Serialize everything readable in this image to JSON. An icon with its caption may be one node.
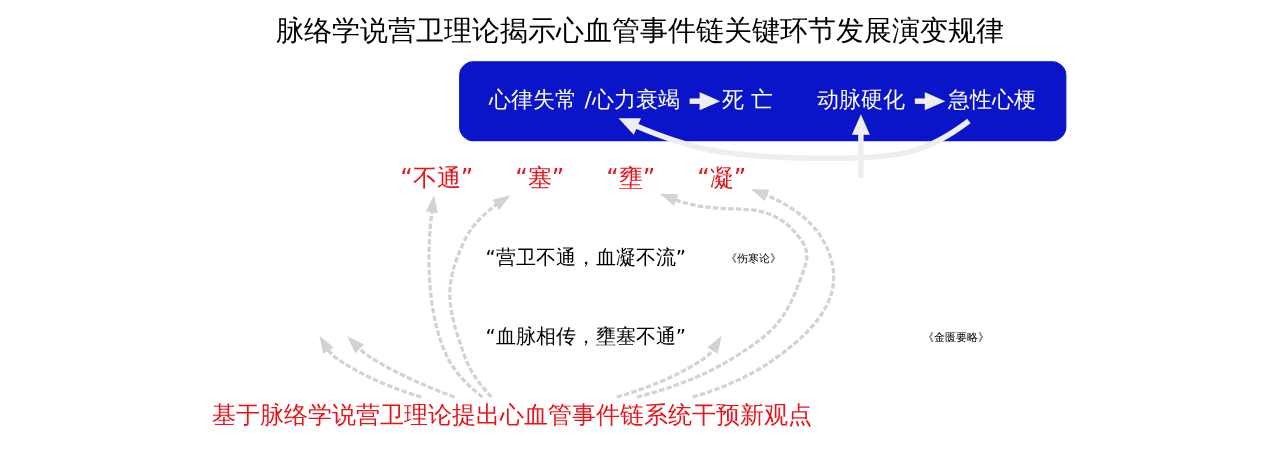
{
  "diagram": {
    "title": "脉络学说营卫理论揭示心血管事件链关键环节发展演变规律",
    "nodes": [
      {
        "text": [],
        "shape": "band"
      },
      {
        "text": [
          "动脉硬化"
        ],
        "in": 0
      },
      {
        "text": [
          "急性心梗"
        ],
        "in": 0
      },
      {
        "text": [
          "心律失常 /心力衰竭"
        ],
        "in": 0
      },
      {
        "text": [
          "死 亡"
        ],
        "in": 0
      },
      {
        "text": [
          "“凝”"
        ]
      },
      {
        "text": [
          "“壅”"
        ]
      },
      {
        "text": [
          "“塞”"
        ]
      },
      {
        "text": [
          "“不通”"
        ]
      },
      {
        "text": [
          "基于脉络学说营卫理论提出心血管事件链系统干预新观点"
        ]
      }
    ],
    "edges": [
      {
        "from": null,
        "to": 1,
        "arrow": "to"
      },
      {
        "from": 1,
        "to": 2,
        "arrow": "to"
      },
      {
        "from": 2,
        "to": 3,
        "arrow": "to"
      },
      {
        "from": 3,
        "to": 4,
        "arrow": "to"
      },
      {
        "from": 9,
        "to": 5,
        "arrow": "to",
        "style": "dashed",
        "color": "#d3d3d3"
      },
      {
        "from": 9,
        "to": 6,
        "arrow": "to",
        "style": "dashed",
        "color": "#d3d3d3"
      },
      {
        "from": 9,
        "to": 7,
        "arrow": "to",
        "style": "dashed",
        "color": "#d3d3d3"
      },
      {
        "from": 9,
        "to": 8,
        "arrow": "to",
        "style": "dashed",
        "color": "#d3d3d3"
      },
      {
        "from": 9,
        "to": null,
        "arrow": "to",
        "style": "dashed",
        "color": "#d3d3d3"
      },
      {
        "from": 9,
        "to": null,
        "arrow": "to",
        "style": "dashed",
        "color": "#d3d3d3"
      },
      {
        "from": 9,
        "to": null,
        "arrow": "to",
        "style": "dashed",
        "color": "#d3d3d3"
      }
    ],
    "labels": [
      "“营卫不通，血凝不流”",
      "《伤寒论》",
      "“血脉相传，壅塞不通”",
      "《金匮要略》"
    ]
  }
}
